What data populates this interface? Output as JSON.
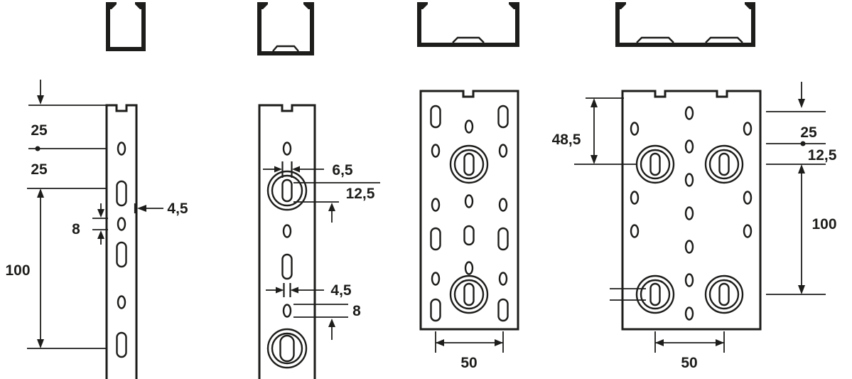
{
  "diagram": {
    "type": "technical-drawing",
    "background": "#ffffff",
    "line_color": "#1d1d1b",
    "views": {
      "v1": {
        "name": "narrow-perforated-profile",
        "dims": {
          "top_offset": "25",
          "hole_pitch": "25",
          "hole_height": "8",
          "slot_pitch": "100",
          "slot_width": "4,5"
        }
      },
      "v2": {
        "name": "profile-with-keyholes",
        "dims": {
          "keyhole_slot_width": "6,5",
          "keyhole_offset": "12,5",
          "hole_width": "4,5",
          "hole_height": "8"
        }
      },
      "v3": {
        "name": "wide-profile-single-emboss",
        "dims": {
          "hole_row_spacing": "50"
        }
      },
      "v4": {
        "name": "wide-profile-double-emboss",
        "dims": {
          "edge_to_keyhole": "48,5",
          "top_offset": "25",
          "half_pitch": "12,5",
          "keyhole_pitch": "100",
          "hole_row_spacing": "50"
        }
      }
    }
  }
}
